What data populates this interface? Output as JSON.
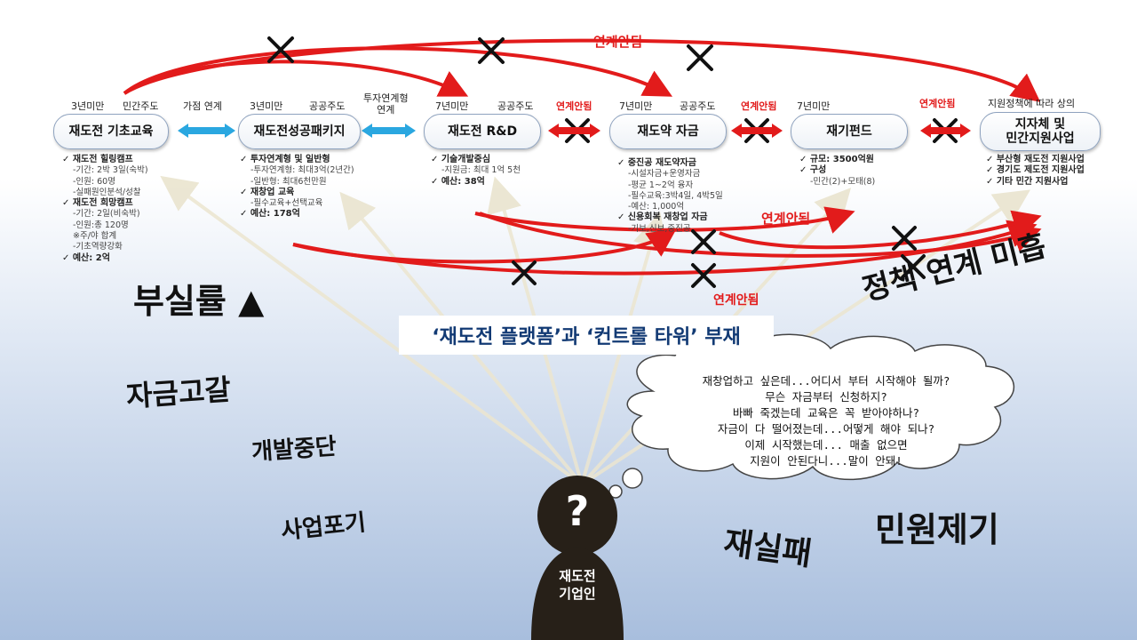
{
  "stages": [
    {
      "title": "재도전 기초교육",
      "tag_left": "3년미만",
      "tag_right": "민간주도",
      "details": [
        {
          "t": "✓  재도전 힐링캠프",
          "k": "b"
        },
        {
          "t": "-기간: 2박 3일(숙박)",
          "k": "s"
        },
        {
          "t": "-인원: 60명",
          "k": "s"
        },
        {
          "t": "-실패원인분석/성찰",
          "k": "s"
        },
        {
          "t": "✓  재도전 희망캠프",
          "k": "b"
        },
        {
          "t": "-기간: 2일(비숙박)",
          "k": "s"
        },
        {
          "t": "-인원:총 120명",
          "k": "s"
        },
        {
          "t": "※주/야 합계",
          "k": "s"
        },
        {
          "t": "-기초역량강화",
          "k": "s"
        },
        {
          "t": "✓  예산: 2억",
          "k": "b"
        }
      ]
    },
    {
      "title": "재도전성공패키지",
      "tag_left": "3년미만",
      "tag_right": "공공주도",
      "details": [
        {
          "t": "✓  투자연계형 및 일반형",
          "k": "b"
        },
        {
          "t": "-투자연계형: 최대3억(2년간)",
          "k": "s"
        },
        {
          "t": "-일반형: 최대6천만원",
          "k": "s"
        },
        {
          "t": "✓  재창업 교육",
          "k": "b"
        },
        {
          "t": "-필수교육+선택교육",
          "k": "s"
        },
        {
          "t": "✓  예산: 178억",
          "k": "b"
        }
      ]
    },
    {
      "title": "재도전 R&D",
      "tag_left": "7년미만",
      "tag_right": "공공주도",
      "details": [
        {
          "t": "✓  기술개발중심",
          "k": "b"
        },
        {
          "t": "-지원금: 최대 1억 5천",
          "k": "s"
        },
        {
          "t": "✓  예산: 38억",
          "k": "b"
        }
      ]
    },
    {
      "title": "재도약 자금",
      "tag_left": "7년미만",
      "tag_right": "공공주도",
      "details": [
        {
          "t": "✓  중진공 재도약자금",
          "k": "b"
        },
        {
          "t": "-시설자금+운영자금",
          "k": "s"
        },
        {
          "t": "-평균 1~2억 융자",
          "k": "s"
        },
        {
          "t": "-필수교육:3박4일, 4박5일",
          "k": "s"
        },
        {
          "t": "-예산: 1,000억",
          "k": "s"
        },
        {
          "t": "✓  신용회복 재창업 자금",
          "k": "b"
        },
        {
          "t": "-기보,신보,중진공",
          "k": "s"
        }
      ]
    },
    {
      "title": "재기펀드",
      "tag_left": "7년미만",
      "tag_right": "",
      "details": [
        {
          "t": "✓  규모: 3500억원",
          "k": "b"
        },
        {
          "t": "✓  구성",
          "k": "b"
        },
        {
          "t": "-민간(2)+모태(8)",
          "k": "s"
        }
      ]
    },
    {
      "title": "지자체 및\n민간지원사업",
      "tag_left": "지원정책에 따라 상의",
      "tag_right": "",
      "details": [
        {
          "t": "✓  부산형 재도전 지원사업",
          "k": "b"
        },
        {
          "t": "✓  경기도 제도전 지원사업",
          "k": "b"
        },
        {
          "t": "✓  기타 민간 지원사업",
          "k": "b"
        }
      ]
    }
  ],
  "link_labels": [
    "가점 연계",
    "투자연계형\n연계"
  ],
  "disconnect": "연계안됨",
  "big_words": [
    "부실률 ▲",
    "정책 연계 미흡",
    "자금고갈",
    "개발중단",
    "사업포기",
    "재실패",
    "민원제기"
  ],
  "banner": "‘재도전 플랫폼’과 ‘컨트롤 타워’ 부재",
  "thought_lines": [
    "재창업하고 싶은데...어디서 부터 시작해야 될까?",
    "무슨 자금부터 신청하지?",
    "바빠 죽겠는데 교육은 꼭 받아야하나?",
    "자금이 다 떨어졌는데...어떻게 해야 되나?",
    "이제 시작했는데... 매출 없으면",
    "지원이 안된다니...말이 안돼!"
  ],
  "person": {
    "symbol": "?",
    "label": "재도전\n기업인"
  },
  "colors": {
    "red": "#e21b1b",
    "blue": "#2aa7e0",
    "navy": "#123a74"
  }
}
